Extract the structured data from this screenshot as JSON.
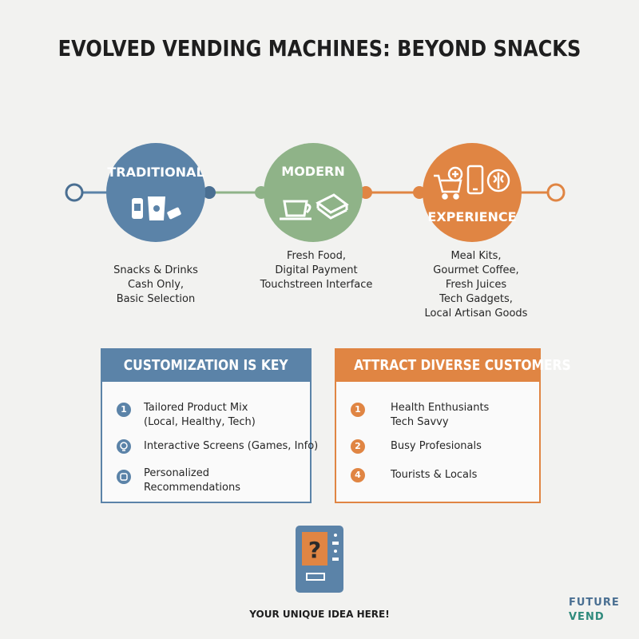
{
  "title": "EVOLVED VENDING MACHINES: BEYOND SNACKS",
  "colors": {
    "blue": "#5b83a8",
    "green": "#8fb388",
    "orange": "#e08543",
    "dark_blue": "#4a6f92"
  },
  "stages": [
    {
      "label": "TRADITIONAL",
      "icons": [
        "soda-can-icon",
        "snack-bag-icon",
        "candy-icon"
      ],
      "lines": [
        "Snacks & Drinks",
        "Cash Only,",
        "Basic Selection"
      ]
    },
    {
      "label": "MODERN",
      "icons": [
        "coffee-cup-icon",
        "sandwich-icon"
      ],
      "lines": [
        "Fresh Food,",
        "Digital Payment",
        "Touchstreen Interface"
      ]
    },
    {
      "label": "EXPERIENCE",
      "icons": [
        "shopping-cart-icon",
        "smartphone-icon",
        "brain-icon"
      ],
      "lines": [
        "Meal Kits,",
        "Gourmet Coffee,",
        "Fresh Juices",
        "Tech Gadgets,",
        "Local Artisan Goods"
      ]
    }
  ],
  "customization": {
    "header": "CUSTOMIZATION IS KEY",
    "items": [
      {
        "icon": "1",
        "lines": [
          "Tailored Product Mix",
          "(Local, Healthy, Tech)"
        ]
      },
      {
        "icon": "lightbulb-icon",
        "lines": [
          "Interactive Screens (Games, Info)"
        ]
      },
      {
        "icon": "recommendation-icon",
        "lines": [
          "Personalized",
          "Recommendations"
        ]
      }
    ]
  },
  "customers": {
    "header": "ATTRACT DIVERSE CUSTOMERS",
    "items": [
      {
        "icon": "1",
        "lines": [
          "Health Enthusiants",
          "Tech Savvy"
        ]
      },
      {
        "icon": "2",
        "lines": [
          "Busy Profesionals"
        ]
      },
      {
        "icon": "4",
        "lines": [
          "Tourists & Locals"
        ]
      }
    ]
  },
  "vending_machine": {
    "symbol": "?",
    "icon": "vending-machine-icon"
  },
  "cta": "YOUR UNIQUE IDEA HERE!",
  "brand": {
    "line1": "FUTURE",
    "line2": "VEND"
  }
}
